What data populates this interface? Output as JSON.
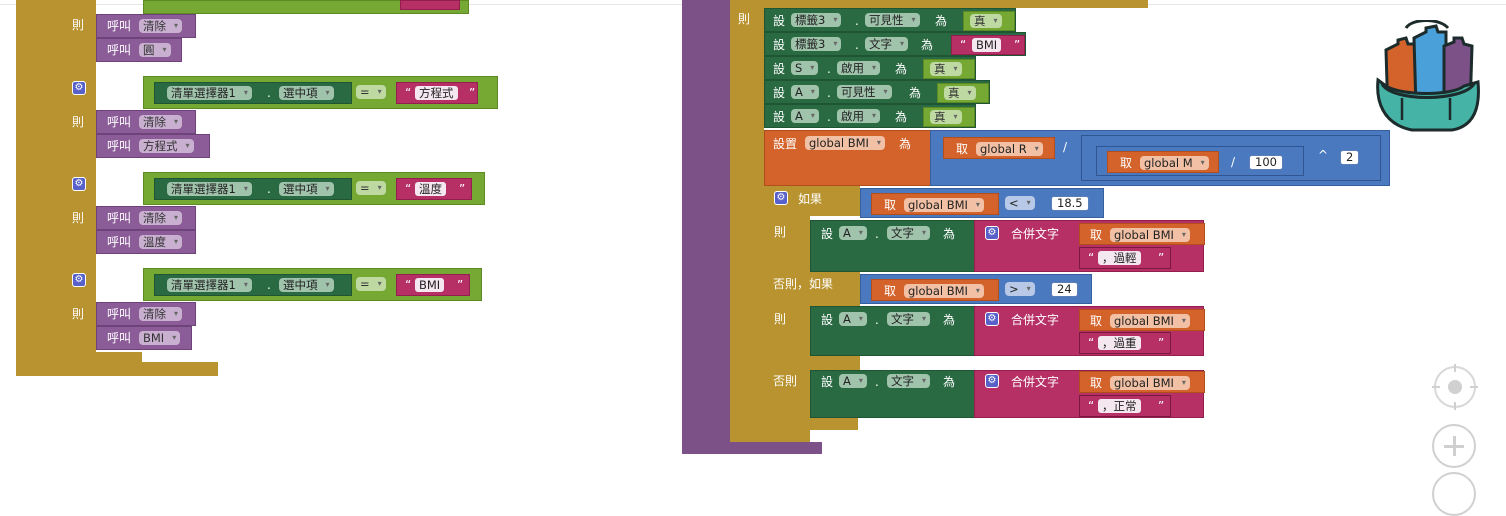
{
  "kw": {
    "then": "則",
    "if": "如果",
    "elseif": "否則，如果",
    "else": "否則",
    "call": "呼叫",
    "set": "設",
    "set_global": "設置",
    "to": "為",
    "get": "取",
    "join": "合併文字",
    "eq": "=",
    "lt": "<",
    "gt": ">",
    "dot": ".",
    "div": "/",
    "pow": "^",
    "quote_l": "“",
    "quote_r": "”",
    "dd": "▾"
  },
  "left": {
    "clear": "清除",
    "circle": "圓",
    "listpicker": "清單選擇器1",
    "selected": "選中項",
    "equation": "方程式",
    "temperature": "溫度",
    "bmi": "BMI"
  },
  "right": {
    "label3": "標籤3",
    "visible": "可見性",
    "text": "文字",
    "true": "真",
    "bmi_text": "BMI",
    "S": "S",
    "A": "A",
    "enabled": "啟用",
    "global_bmi": "global BMI",
    "global_r": "global R",
    "global_m": "global M",
    "n100": "100",
    "n2": "2",
    "n185": "18.5",
    "n24": "24",
    "too_light": "，過輕",
    "too_heavy": "，過重",
    "normal": "，正常"
  }
}
